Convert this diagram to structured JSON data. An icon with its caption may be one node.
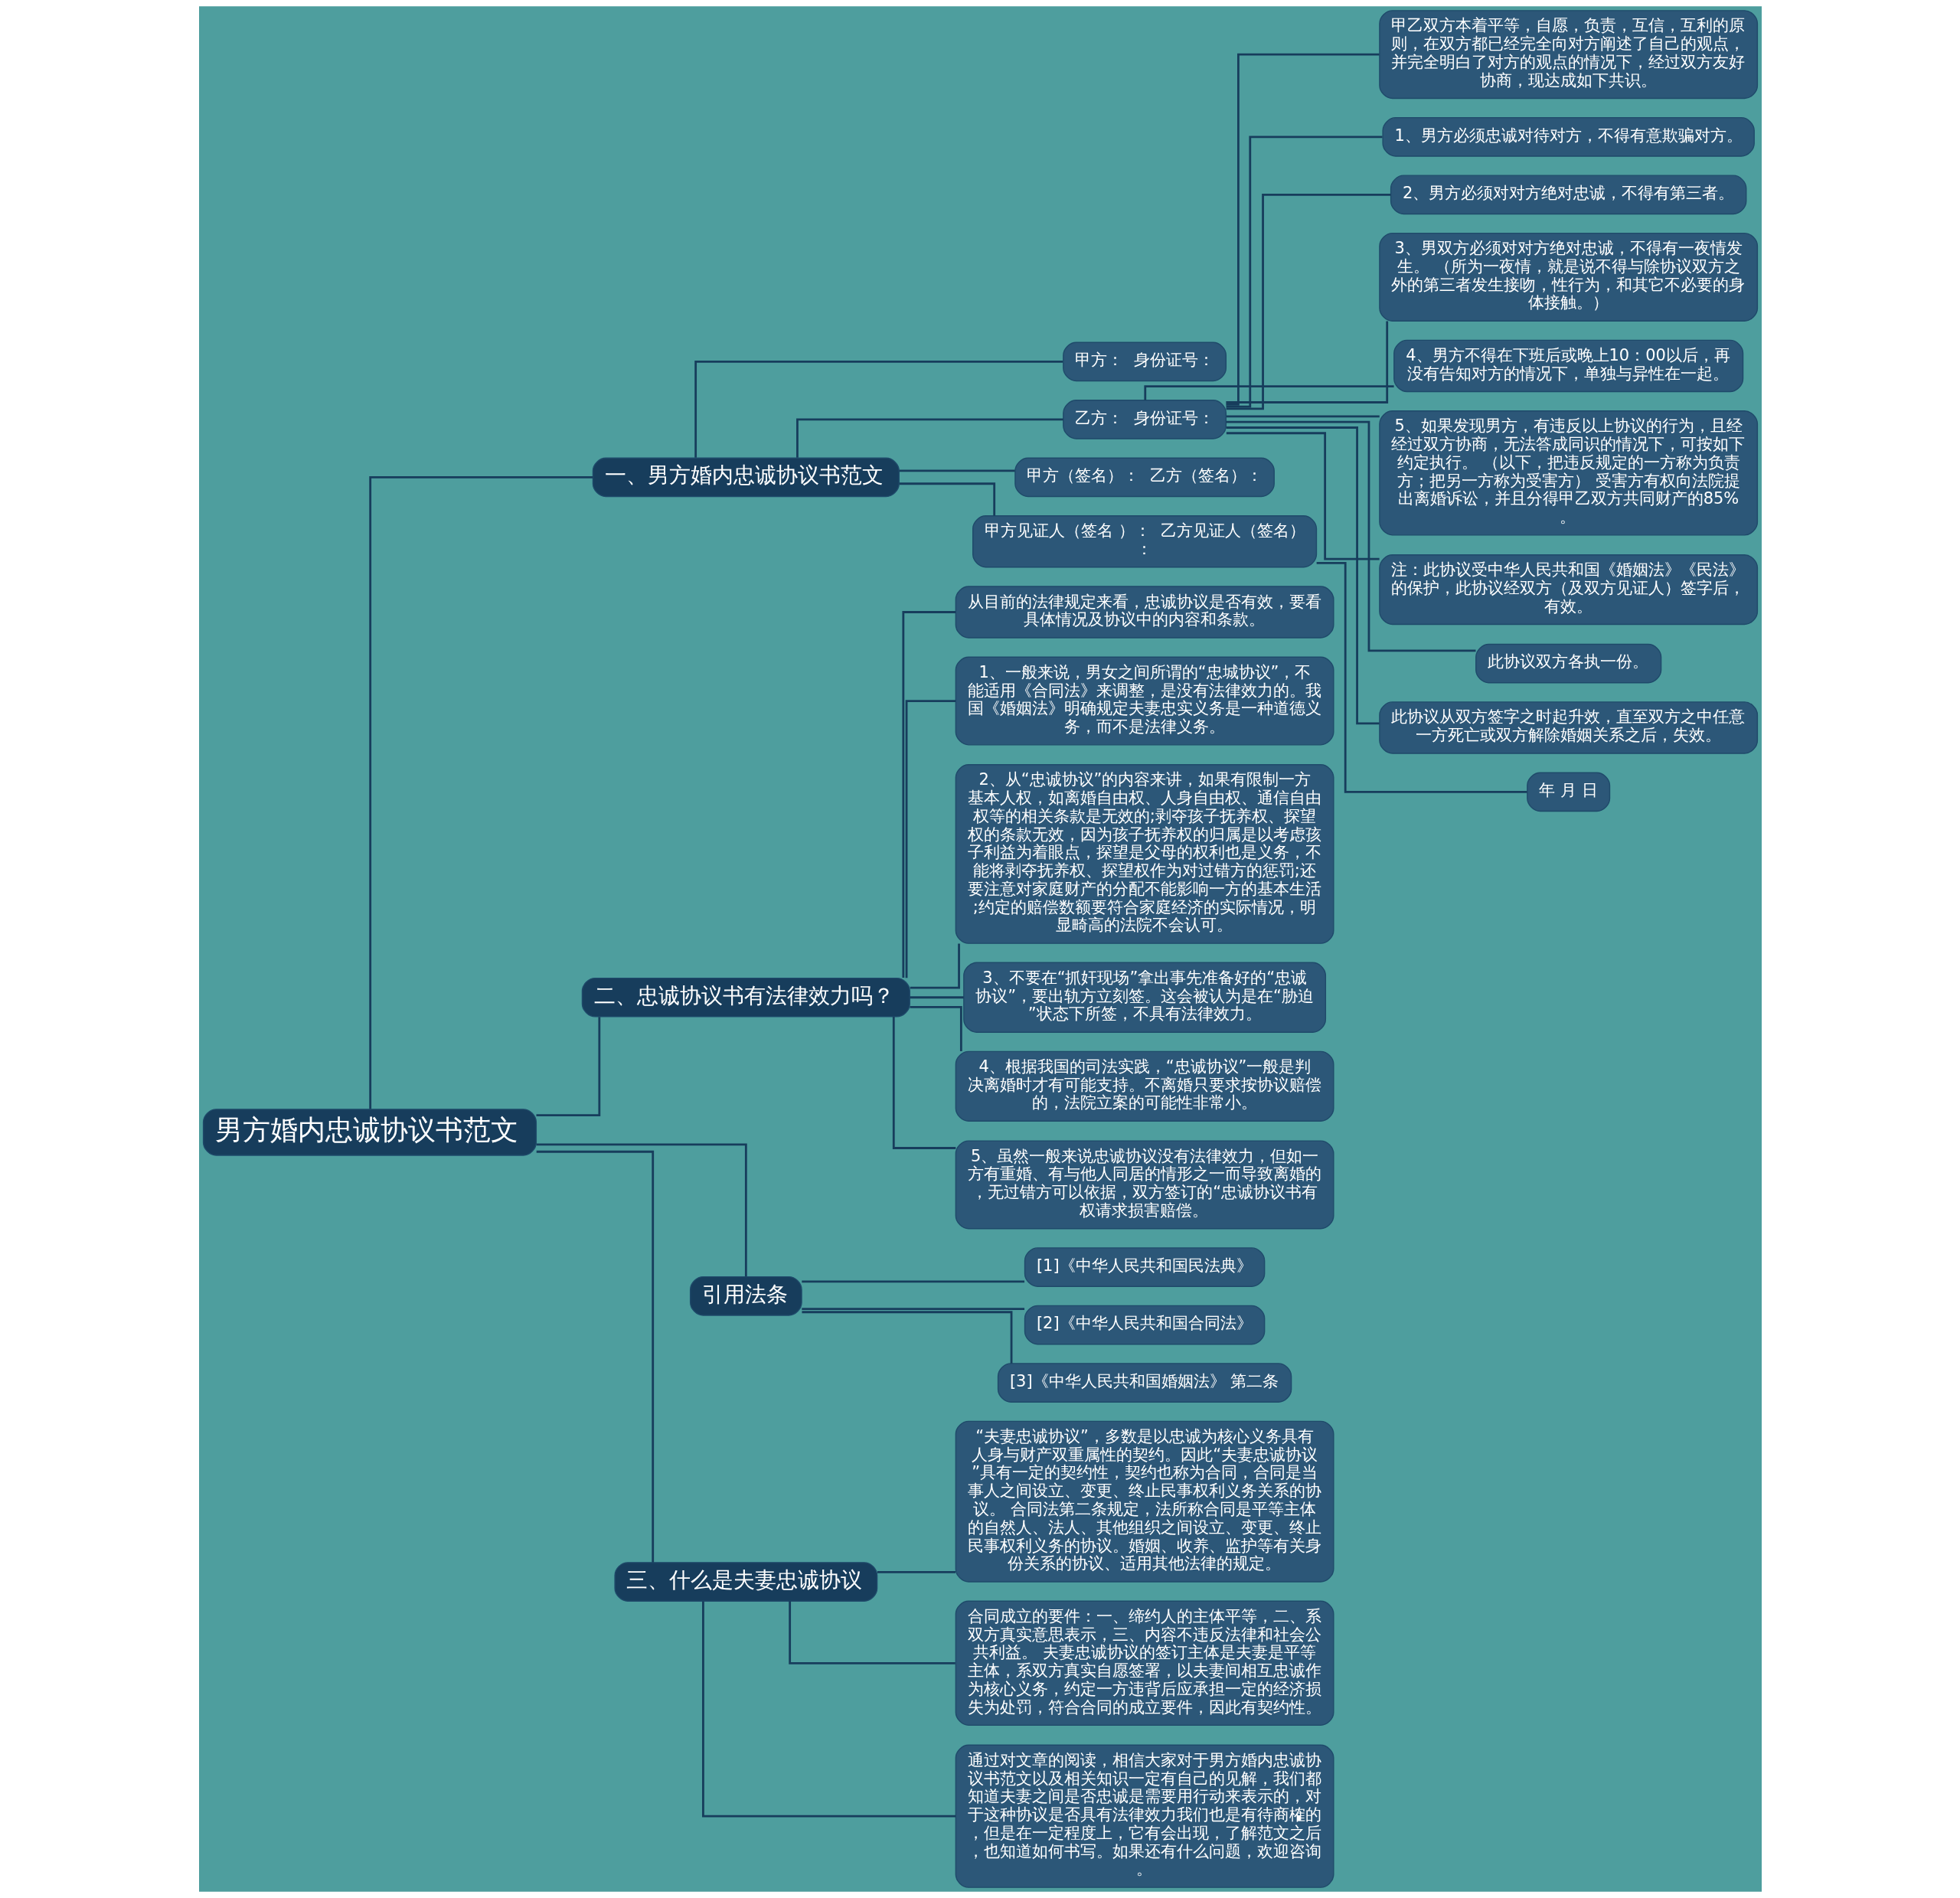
{
  "diagram": {
    "nodes": [
      {
        "text": [
          "男方婚内忠诚协议书范文"
        ]
      },
      {
        "text": [
          "一、男方婚内忠诚协议书范文"
        ]
      },
      {
        "text": [
          "甲方：  身份证号："
        ]
      },
      {
        "text": [
          "乙方：  身份证号："
        ]
      },
      {
        "text": [
          "甲乙双方本着平等，自愿，负责，互信，互利的原则，在双方都已经完全向对方阐述了自己的观点，并完全明白了对方的观点的情况下，经过双方友好协商，现达成如下共识。"
        ]
      },
      {
        "text": [
          "1、男方必须忠诚对待对方，不得有意欺骗对方。"
        ]
      },
      {
        "text": [
          "2、男方必须对对方绝对忠诚，不得有第三者。"
        ]
      },
      {
        "text": [
          "3、男双方必须对对方绝对忠诚，不得有一夜情发生。 （所为一夜情，就是说不得与除协议双方之外的第三者发生接吻，性行为，和其它不必要的身体接触。）"
        ]
      },
      {
        "text": [
          "4、男方不得在下班后或晚上10：00以后，再没有告知对方的情况下，单独与异性在一起。"
        ]
      },
      {
        "text": [
          "5、如果发现男方，有违反以上协议的行为，且经经过双方协商，无法答成同识的情况下，可按如下约定执行。 （以下，把违反规定的一方称为负责方；把另一方称为受害方） 受害方有权向法院提出离婚诉讼，并且分得甲乙双方共同财产的85%。"
        ]
      },
      {
        "text": [
          "注：此协议受中华人民共和国《婚姻法》《民法》的保护，此协议经双方（及双方见证人）签字后，有效。"
        ]
      },
      {
        "text": [
          "此协议双方各执一份。"
        ]
      },
      {
        "text": [
          "此协议从双方签字之时起升效，直至双方之中任意一方死亡或双方解除婚姻关系之后，失效。"
        ]
      },
      {
        "text": [
          "甲方（签名）：  乙方（签名）："
        ]
      },
      {
        "text": [
          "甲方见证人（签名 ）：  乙方见证人（签名）："
        ]
      },
      {
        "text": [
          "年 月 日"
        ]
      },
      {
        "text": [
          "二、忠诚协议书有法律效力吗？"
        ]
      },
      {
        "text": [
          "从目前的法律规定来看，忠诚协议是否有效，要看具体情况及协议中的内容和条款。"
        ]
      },
      {
        "text": [
          "1、一般来说，男女之间所谓的“忠城协议”，不能适用《合同法》来调整，是没有法律效力的。我国《婚姻法》明确规定夫妻忠实义务是一种道德义务，而不是法律义务。"
        ]
      },
      {
        "text": [
          "2、从“忠诚协议”的内容来讲，如果有限制一方基本人权，如离婚自由权、人身自由权、通信自由权等的相关条款是无效的;剥夺孩子抚养权、探望权的条款无效，因为孩子抚养权的归属是以考虑孩子利益为着眼点，探望是父母的权利也是义务，不能将剥夺抚养权、探望权作为对过错方的惩罚;还要注意对家庭财产的分配不能影响一方的基本生活;约定的赔偿数额要符合家庭经济的实际情况，明显畸高的法院不会认可。"
        ]
      },
      {
        "text": [
          "3、不要在“抓奸现场”拿出事先准备好的“忠诚协议”，要出轨方立刻签。这会被认为是在“胁迫”状态下所签，不具有法律效力。"
        ]
      },
      {
        "text": [
          "4、根据我国的司法实践，“忠诚协议”一般是判决离婚时才有可能支持。不离婚只要求按协议赔偿的，法院立案的可能性非常小。"
        ]
      },
      {
        "text": [
          "5、虽然一般来说忠诚协议没有法律效力，但如一方有重婚、有与他人同居的情形之一而导致离婚的，无过错方可以依据，双方签订的“忠诚协议书有权请求损害赔偿。"
        ]
      },
      {
        "text": [
          "引用法条"
        ]
      },
      {
        "text": [
          "[1]《中华人民共和国民法典》"
        ]
      },
      {
        "text": [
          "[2]《中华人民共和国合同法》"
        ]
      },
      {
        "text": [
          "[3]《中华人民共和国婚姻法》 第二条"
        ]
      },
      {
        "text": [
          "三、什么是夫妻忠诚协议"
        ]
      },
      {
        "text": [
          "“夫妻忠诚协议”，多数是以忠诚为核心义务具有人身与财产双重属性的契约。因此“夫妻忠诚协议”具有一定的契约性，契约也称为合同，合同是当事人之间设立、变更、终止民事权利义务关系的协议。 合同法第二条规定，法所称合同是平等主体的自然人、法人、其他组织之间设立、变更、终止民事权利义务的协议。婚姻、收养、监护等有关身份关系的协议、适用其他法律的规定。"
        ]
      },
      {
        "text": [
          "合同成立的要件：一、缔约人的主体平等，二、系双方真实意思表示，三、内容不违反法律和社会公共利益。 夫妻忠诚协议的签订主体是夫妻是平等主体，系双方真实自愿签署，以夫妻间相互忠诚作为核心义务，约定一方违背后应承担一定的经济损失为处罚，符合合同的成立要件，因此有契约性。"
        ]
      },
      {
        "text": [
          "通过对文章的阅读，相信大家对于男方婚内忠诚协议书范文以及相关知识一定有自己的见解，我们都知道夫妻之间是否忠诚是需要用行动来表示的，对于这种协议是否具有法律效力我们也是有待商榷的，但是在一定程度上，它有会出现，了解范文之后，也知道如何书写。如果还有什么问题，欢迎咨询。"
        ]
      }
    ],
    "edges": [
      {
        "from": 0,
        "to": 1,
        "arrow": "none"
      },
      {
        "from": 1,
        "to": 2,
        "arrow": "none"
      },
      {
        "from": 1,
        "to": 3,
        "arrow": "none"
      },
      {
        "from": 3,
        "to": 4,
        "arrow": "none"
      },
      {
        "from": 3,
        "to": 5,
        "arrow": "none"
      },
      {
        "from": 3,
        "to": 6,
        "arrow": "none"
      },
      {
        "from": 3,
        "to": 7,
        "arrow": "none"
      },
      {
        "from": 3,
        "to": 8,
        "arrow": "none"
      },
      {
        "from": 3,
        "to": 9,
        "arrow": "none"
      },
      {
        "from": 3,
        "to": 10,
        "arrow": "none"
      },
      {
        "from": 3,
        "to": 11,
        "arrow": "none"
      },
      {
        "from": 3,
        "to": 12,
        "arrow": "none"
      },
      {
        "from": 1,
        "to": 13,
        "arrow": "none"
      },
      {
        "from": 1,
        "to": 14,
        "arrow": "none"
      },
      {
        "from": 14,
        "to": 15,
        "arrow": "none"
      },
      {
        "from": 0,
        "to": 16,
        "arrow": "none"
      },
      {
        "from": 16,
        "to": 17,
        "arrow": "none"
      },
      {
        "from": 16,
        "to": 18,
        "arrow": "none"
      },
      {
        "from": 16,
        "to": 19,
        "arrow": "none"
      },
      {
        "from": 16,
        "to": 20,
        "arrow": "none"
      },
      {
        "from": 16,
        "to": 21,
        "arrow": "none"
      },
      {
        "from": 16,
        "to": 22,
        "arrow": "none"
      },
      {
        "from": 0,
        "to": 23,
        "arrow": "none"
      },
      {
        "from": 23,
        "to": 24,
        "arrow": "none"
      },
      {
        "from": 23,
        "to": 25,
        "arrow": "none"
      },
      {
        "from": 23,
        "to": 26,
        "arrow": "none"
      },
      {
        "from": 0,
        "to": 27,
        "arrow": "none"
      },
      {
        "from": 27,
        "to": 28,
        "arrow": "none"
      },
      {
        "from": 27,
        "to": 29,
        "arrow": "none"
      },
      {
        "from": 27,
        "to": 30,
        "arrow": "none"
      }
    ]
  }
}
